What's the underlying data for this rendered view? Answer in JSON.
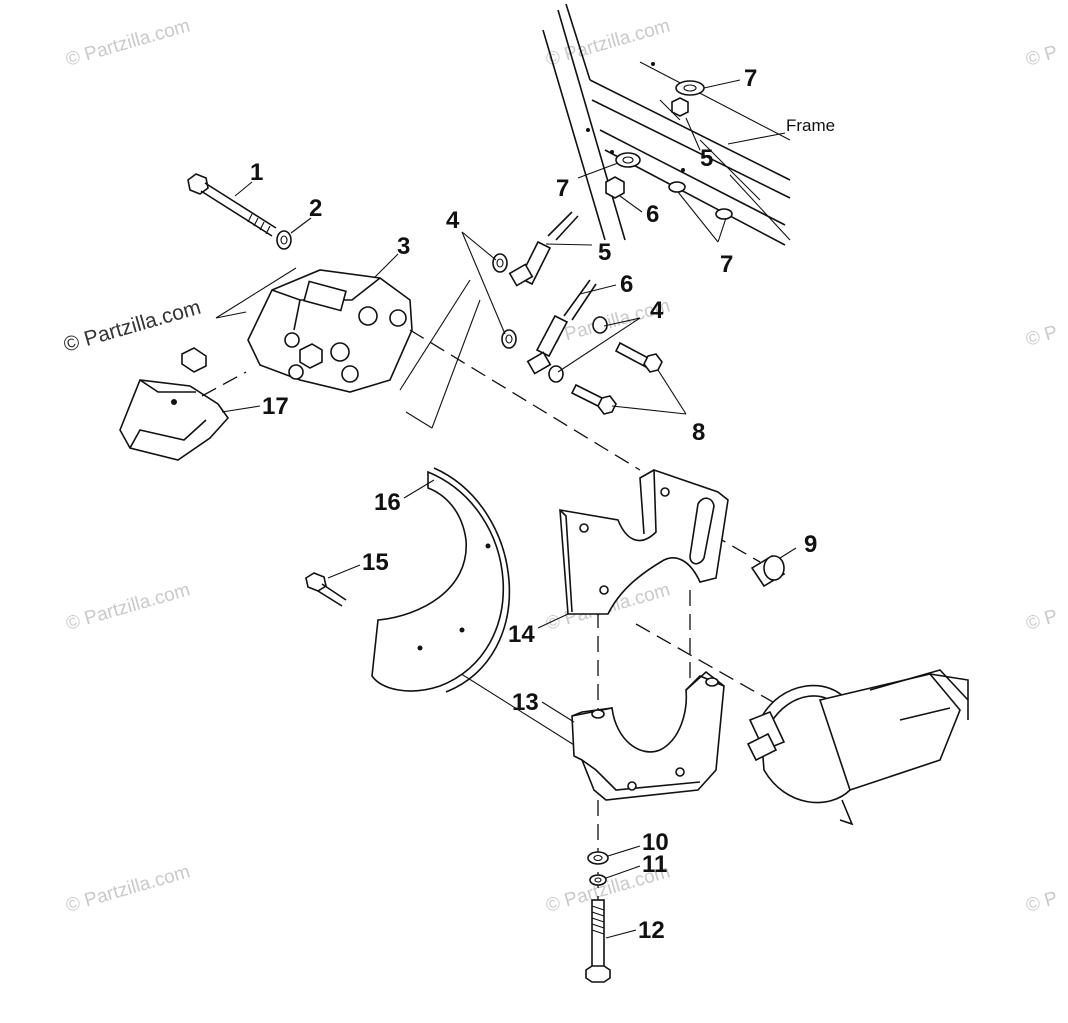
{
  "diagram": {
    "frame_label": "Frame",
    "watermark_main": "© Partzilla.com",
    "watermark_repeat": "© Partzilla.com",
    "watermark_edge": "© P",
    "callouts": [
      {
        "id": "1",
        "label": "1"
      },
      {
        "id": "2",
        "label": "2"
      },
      {
        "id": "3",
        "label": "3"
      },
      {
        "id": "4a",
        "label": "4"
      },
      {
        "id": "4b",
        "label": "4"
      },
      {
        "id": "5a",
        "label": "5"
      },
      {
        "id": "5b",
        "label": "5"
      },
      {
        "id": "6a",
        "label": "6"
      },
      {
        "id": "6b",
        "label": "6"
      },
      {
        "id": "7a",
        "label": "7"
      },
      {
        "id": "7b",
        "label": "7"
      },
      {
        "id": "7c",
        "label": "7"
      },
      {
        "id": "8",
        "label": "8"
      },
      {
        "id": "9",
        "label": "9"
      },
      {
        "id": "10",
        "label": "10"
      },
      {
        "id": "11",
        "label": "11"
      },
      {
        "id": "12",
        "label": "12"
      },
      {
        "id": "13",
        "label": "13"
      },
      {
        "id": "14",
        "label": "14"
      },
      {
        "id": "15",
        "label": "15"
      },
      {
        "id": "16",
        "label": "16"
      },
      {
        "id": "17",
        "label": "17"
      }
    ]
  }
}
